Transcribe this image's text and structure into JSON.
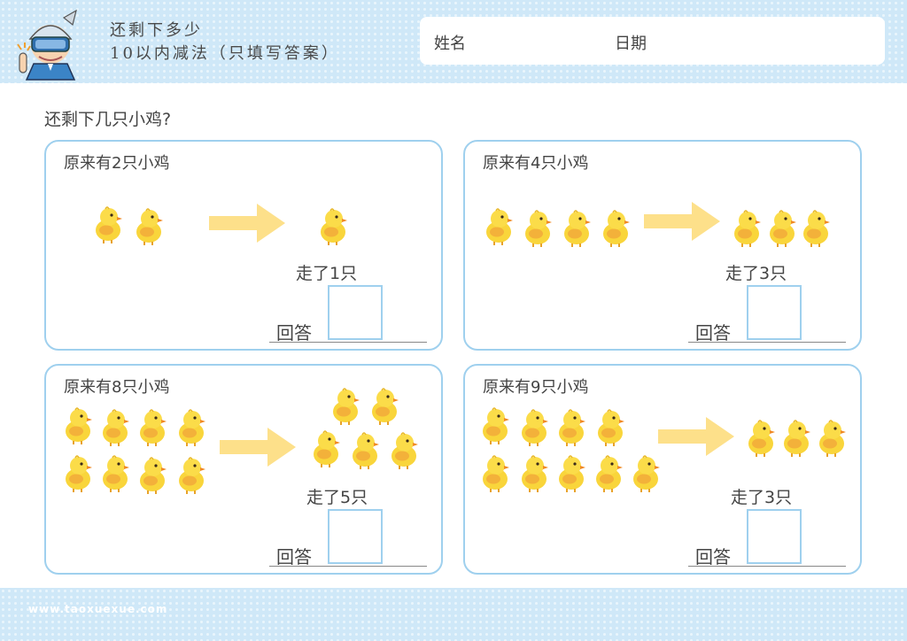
{
  "header": {
    "title_line1": "还剩下多少",
    "title_line2": "10以内减法（只填写答案）",
    "name_label": "姓名",
    "date_label": "日期"
  },
  "question": "还剩下几只小鸡?",
  "cards": [
    {
      "title": "原来有2只小鸡",
      "left_label": "走了1只",
      "answer_label": "回答"
    },
    {
      "title": "原来有4只小鸡",
      "left_label": "走了3只",
      "answer_label": "回答"
    },
    {
      "title": "原来有8只小鸡",
      "left_label": "走了5只",
      "answer_label": "回答"
    },
    {
      "title": "原来有9只小鸡",
      "left_label": "走了3只",
      "answer_label": "回答"
    }
  ],
  "footer": {
    "site": "www.taoxuexue.com"
  },
  "icons": {
    "mascot": "vr-headset-kid-icon",
    "chick": "chick-icon",
    "arrow": "right-arrow-icon"
  },
  "colors": {
    "band": "#cfe8f8",
    "card_border": "#9fd0ee",
    "chick": "#f8d43a",
    "arrow": "#fde08a"
  }
}
